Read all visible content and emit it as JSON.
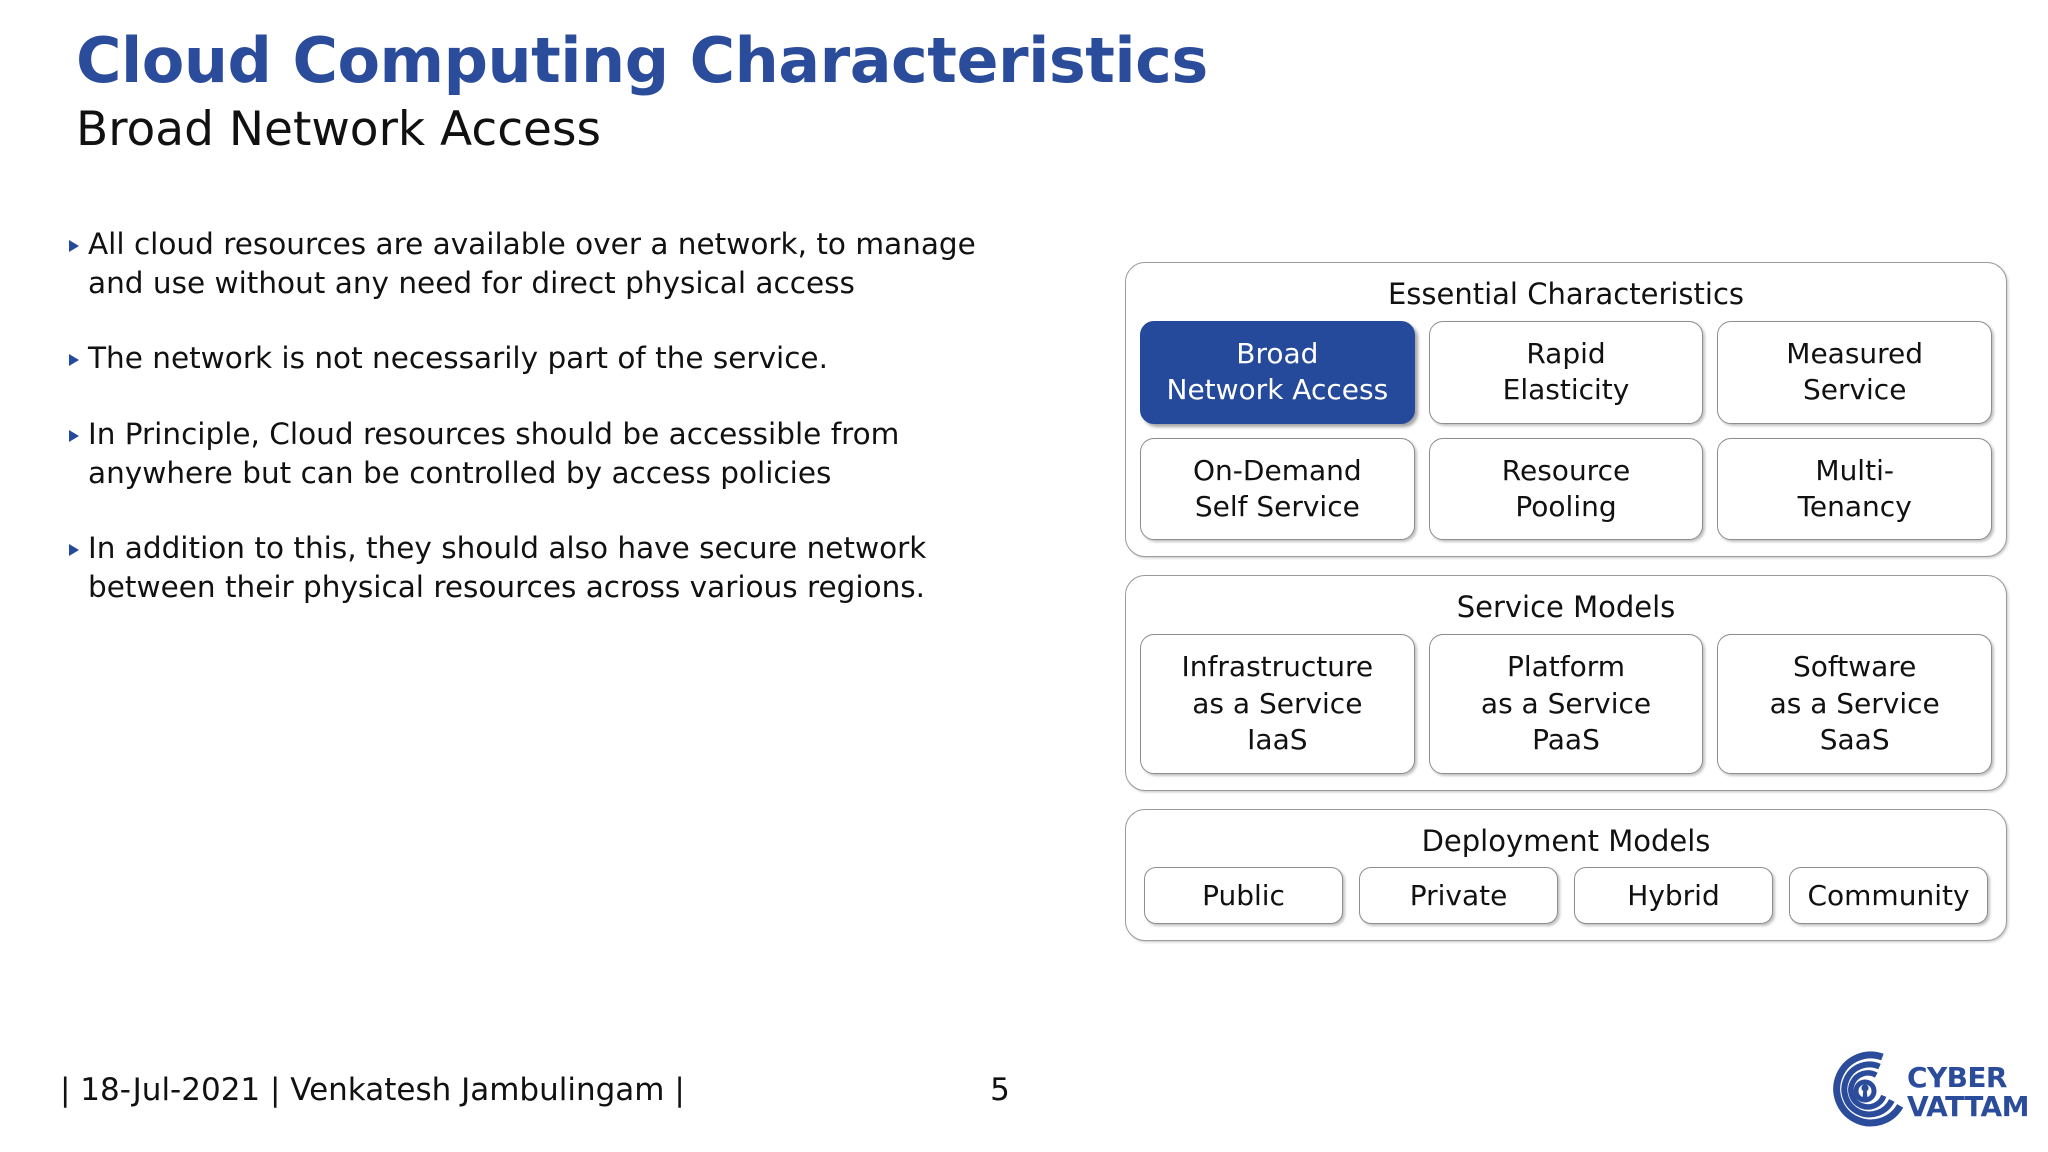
{
  "slide": {
    "title": "Cloud Computing Characteristics",
    "subtitle": "Broad Network Access",
    "title_color": "#2B4C9B",
    "body_color": "#111111"
  },
  "bullets": [
    {
      "text": "All cloud resources are available over a network, to manage and use without any need for direct physical access"
    },
    {
      "text": "The network is not necessarily part of the service."
    },
    {
      "text": "In Principle, Cloud resources should be accessible from anywhere but can be controlled by access policies"
    },
    {
      "text": "In addition to this, they should also have secure network between their physical resources across various regions."
    }
  ],
  "diagram": {
    "highlight_color": "#25499B",
    "panels": [
      {
        "title": "Essential Characteristics",
        "rows": [
          [
            {
              "lines": [
                "Broad",
                "Network Access"
              ],
              "highlighted": true
            },
            {
              "lines": [
                "Rapid",
                "Elasticity"
              ],
              "highlighted": false
            },
            {
              "lines": [
                "Measured",
                "Service"
              ],
              "highlighted": false
            }
          ],
          [
            {
              "lines": [
                "On-Demand",
                "Self Service"
              ],
              "highlighted": false
            },
            {
              "lines": [
                "Resource",
                "Pooling"
              ],
              "highlighted": false
            },
            {
              "lines": [
                "Multi-",
                "Tenancy"
              ],
              "highlighted": false
            }
          ]
        ]
      },
      {
        "title": "Service Models",
        "rows": [
          [
            {
              "lines": [
                "Infrastructure",
                "as a Service",
                "IaaS"
              ],
              "highlighted": false
            },
            {
              "lines": [
                "Platform",
                "as a Service",
                "PaaS"
              ],
              "highlighted": false
            },
            {
              "lines": [
                "Software",
                "as a Service",
                "SaaS"
              ],
              "highlighted": false
            }
          ]
        ]
      },
      {
        "title": "Deployment Models",
        "pills": [
          "Public",
          "Private",
          "Hybrid",
          "Community"
        ]
      }
    ]
  },
  "footer": {
    "credit": "| 18-Jul-2021 | Venkatesh Jambulingam |",
    "page_number": "5",
    "logo": {
      "line1": "CYBER",
      "line2": "VATTAM",
      "color": "#2B4C9B"
    }
  }
}
